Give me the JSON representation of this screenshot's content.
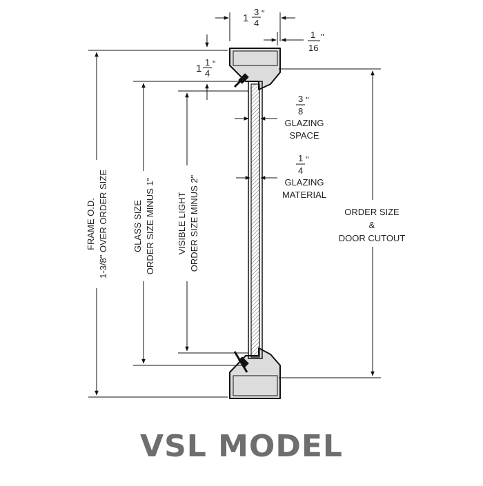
{
  "model_title": "VSL MODEL",
  "dimensions": {
    "frame_width": {
      "whole": "1",
      "num": "3",
      "den": "4",
      "unit": "\""
    },
    "frame_lip": {
      "num": "1",
      "den": "16",
      "unit": "\""
    },
    "frame_step": {
      "whole": "1",
      "num": "1",
      "den": "4",
      "unit": "\""
    },
    "glazing_space": {
      "num": "3",
      "den": "8",
      "unit": "\"",
      "label_line1": "GLAZING",
      "label_line2": "SPACE"
    },
    "glazing_material": {
      "num": "1",
      "den": "4",
      "unit": "\"",
      "label_line1": "GLAZING",
      "label_line2": "MATERIAL"
    }
  },
  "labels": {
    "frame_od_line1": "FRAME O.D.",
    "frame_od_line2": "1-3/8\" OVER ORDER SIZE",
    "glass_size_line1": "GLASS SIZE",
    "glass_size_line2": "ORDER SIZE MINUS 1\"",
    "visible_light_line1": "VISIBLE LIGHT",
    "visible_light_line2": "ORDER SIZE MINUS 2\"",
    "order_size_line1": "ORDER SIZE",
    "order_size_line2": "&",
    "order_size_line3": "DOOR CUTOUT"
  },
  "colors": {
    "frame_fill": "#dcdcdc",
    "line": "#111111",
    "title": "#6e6e6e"
  }
}
